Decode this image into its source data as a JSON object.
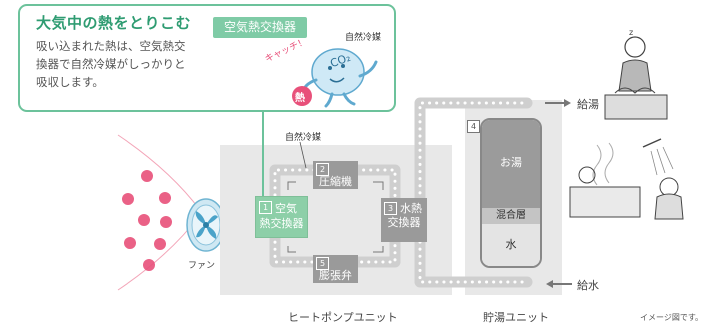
{
  "callout": {
    "title": "大気中の熱をとりこむ",
    "body_lines": [
      "吸い込まれた熱は、空気熱交",
      "換器で自然冷媒がしっかりと",
      "吸収します。"
    ],
    "air_exchanger_label": "空気熱交換器",
    "character_refrigerant": "自然冷媒",
    "character_catch": "キャッチ！",
    "character_heat": "熱",
    "character_body": "CO₂"
  },
  "diagram": {
    "refrigerant_label": "自然冷媒",
    "fan_label": "ファン",
    "components": [
      {
        "num": "1",
        "line1": "空気",
        "line2": "熱交換器"
      },
      {
        "num": "2",
        "line1": "圧縮機",
        "line2": ""
      },
      {
        "num": "3",
        "line1": "水熱",
        "line2": "交換器"
      },
      {
        "num": "4",
        "line1": "",
        "line2": ""
      },
      {
        "num": "5",
        "line1": "膨張弁",
        "line2": ""
      }
    ],
    "tank": {
      "hot": "お湯",
      "mix": "混合層",
      "water": "水"
    },
    "supply_hot": "給湯",
    "supply_water": "給水",
    "heat_pump_unit": "ヒートポンプユニット",
    "storage_unit": "貯湯ユニット",
    "note": "イメージ図です。"
  },
  "colors": {
    "green_border": "#6cc29b",
    "green_fill": "#8dcfa8",
    "gray_box": "#9a9a9a",
    "unit_bg": "#e8e8e8",
    "pink": "#e8507a"
  }
}
